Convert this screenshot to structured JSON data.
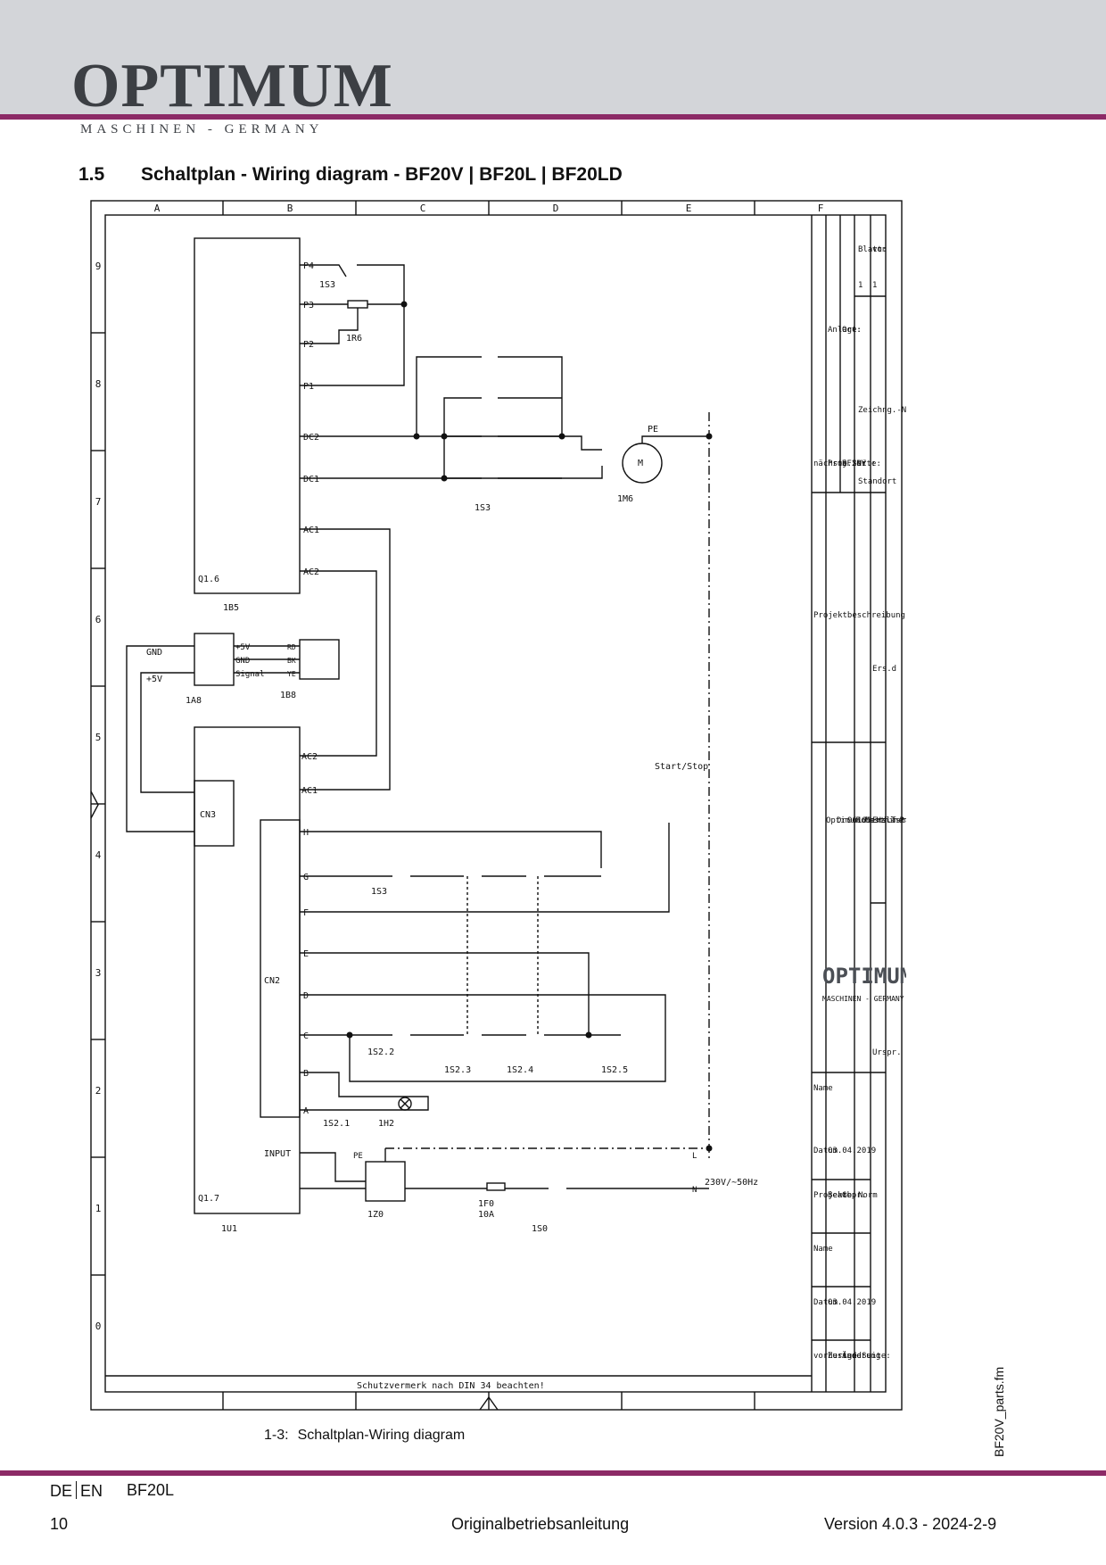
{
  "header": {
    "brand": "OPTIMUM",
    "brand_reg": "®",
    "brand_tagline": "MASCHINEN - GERMANY"
  },
  "section": {
    "number": "1.5",
    "title": "Schaltplan - Wiring diagram - BF20V | BF20L | BF20LD"
  },
  "diagram": {
    "columns": [
      "A",
      "B",
      "C",
      "D",
      "E",
      "F"
    ],
    "rows": [
      "9",
      "8",
      "7",
      "6",
      "5",
      "4",
      "3",
      "2",
      "1",
      "0"
    ],
    "components": {
      "q16": "Q1.6",
      "b15": "1B5",
      "a8": "1A8",
      "b8": "1B8",
      "cn3": "CN3",
      "cn2": "CN2",
      "q17": "Q1.7",
      "u1": "1U1",
      "m6": "1M6",
      "r6": "1R6",
      "s3_top": "1S3",
      "s3_mid": "1S3",
      "s3_low": "1S3",
      "s22": "1S2.2",
      "s23": "1S2.3",
      "s24": "1S2.4",
      "s25": "1S2.5",
      "s21": "1S2.1",
      "h2": "1H2",
      "z0": "1Z0",
      "f0": "1F0",
      "f0_rating": "10A",
      "s0": "1S0",
      "motor_symbol": "M",
      "pe": "PE",
      "start_stop": "Start/Stop",
      "supply": "230V/~50Hz",
      "l_terminal": "L",
      "n_terminal": "N",
      "protect_note": "Schutzvermerk nach DIN 34 beachten!"
    },
    "pins": {
      "p4": "P4",
      "p3": "P3",
      "p2": "P2",
      "p1": "P1",
      "dc2": "DC2",
      "dc1": "DC1",
      "ac1_top": "AC1",
      "ac2_top": "AC2",
      "gnd": "GND",
      "plus5v": "+5V",
      "plus5v_b": "+5V",
      "gnd_b": "GND",
      "signal": "Signal",
      "rd": "RD",
      "bk": "BK",
      "ye": "YE",
      "ac2_cn": "AC2",
      "ac1_cn": "AC1",
      "h": "H",
      "g": "G",
      "f": "F",
      "e": "E",
      "d": "D",
      "c": "C",
      "b": "B",
      "a": "A",
      "input": "INPUT"
    },
    "titleblock": {
      "blatt": "Blatt:",
      "blatt_val": "1",
      "von": "von",
      "von_val": "1",
      "anlage": "Anlage:",
      "ort": "Ort:",
      "zeichng": "Zeichng.-Nr.:",
      "naechste": "nächste Seite:",
      "projnr": "Proj.-Nr.:",
      "projnr_val": "BF20V",
      "standort": "Standort",
      "projbeschr": "Projektbeschreibung",
      "ersd": "Ers.d",
      "company1": "Optimum Maschinen Germany GmbH",
      "company2": "Dr.-Robert - Pfleger - Str. 26",
      "company3": "96103 Hallstadt/ Germany",
      "ersf": "Ers.f",
      "logo": "OPTIMUM",
      "logo_tag": "MASCHINEN - GERMANY",
      "urspr": "Urspr.",
      "name": "Name",
      "datum": "Datum",
      "projekt": "Projekt",
      "bearb": "Bearb.",
      "gepr": "Gepr.",
      "norm": "Norm",
      "date1": "03.04.2019",
      "name2": "Name",
      "datum2": "Datum",
      "date2": "03.04.2019",
      "vorherige": "vorherige Seite:",
      "zustand": "Zustand",
      "aenderung": "Änderung"
    }
  },
  "caption": {
    "number": "1-3:",
    "text": "Schaltplan-Wiring diagram"
  },
  "side_file": "BF20V_parts.fm",
  "footer": {
    "lang_de": "DE",
    "lang_en": "EN",
    "model": "BF20L",
    "page": "10",
    "doc_title": "Originalbetriebsanleitung",
    "version": "Version 4.0.3 - 2024-2-9"
  }
}
